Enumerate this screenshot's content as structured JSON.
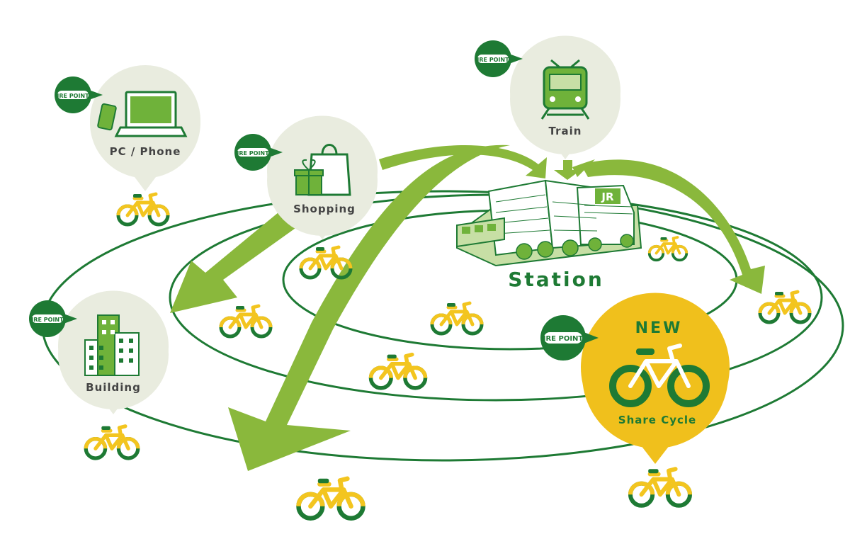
{
  "badge": {
    "text": "JRE POINT"
  },
  "nodes": {
    "pc": {
      "label": "PC / Phone"
    },
    "shopping": {
      "label": "Shopping"
    },
    "train": {
      "label": "Train"
    },
    "building": {
      "label": "Building"
    },
    "station": {
      "label": "Station"
    },
    "share_cycle": {
      "label": "Share Cycle",
      "tag": "NEW"
    }
  },
  "station_sign": {
    "text": "JR"
  },
  "colors": {
    "dark_green": "#1e7a34",
    "arrow_green": "#8ab83c",
    "bubble_bg": "#e9ecdf",
    "icon_green": "#6fb23a",
    "bike_yellow": "#f3c51f",
    "highlight_yellow": "#f0c01c",
    "label_grey": "#444444"
  }
}
